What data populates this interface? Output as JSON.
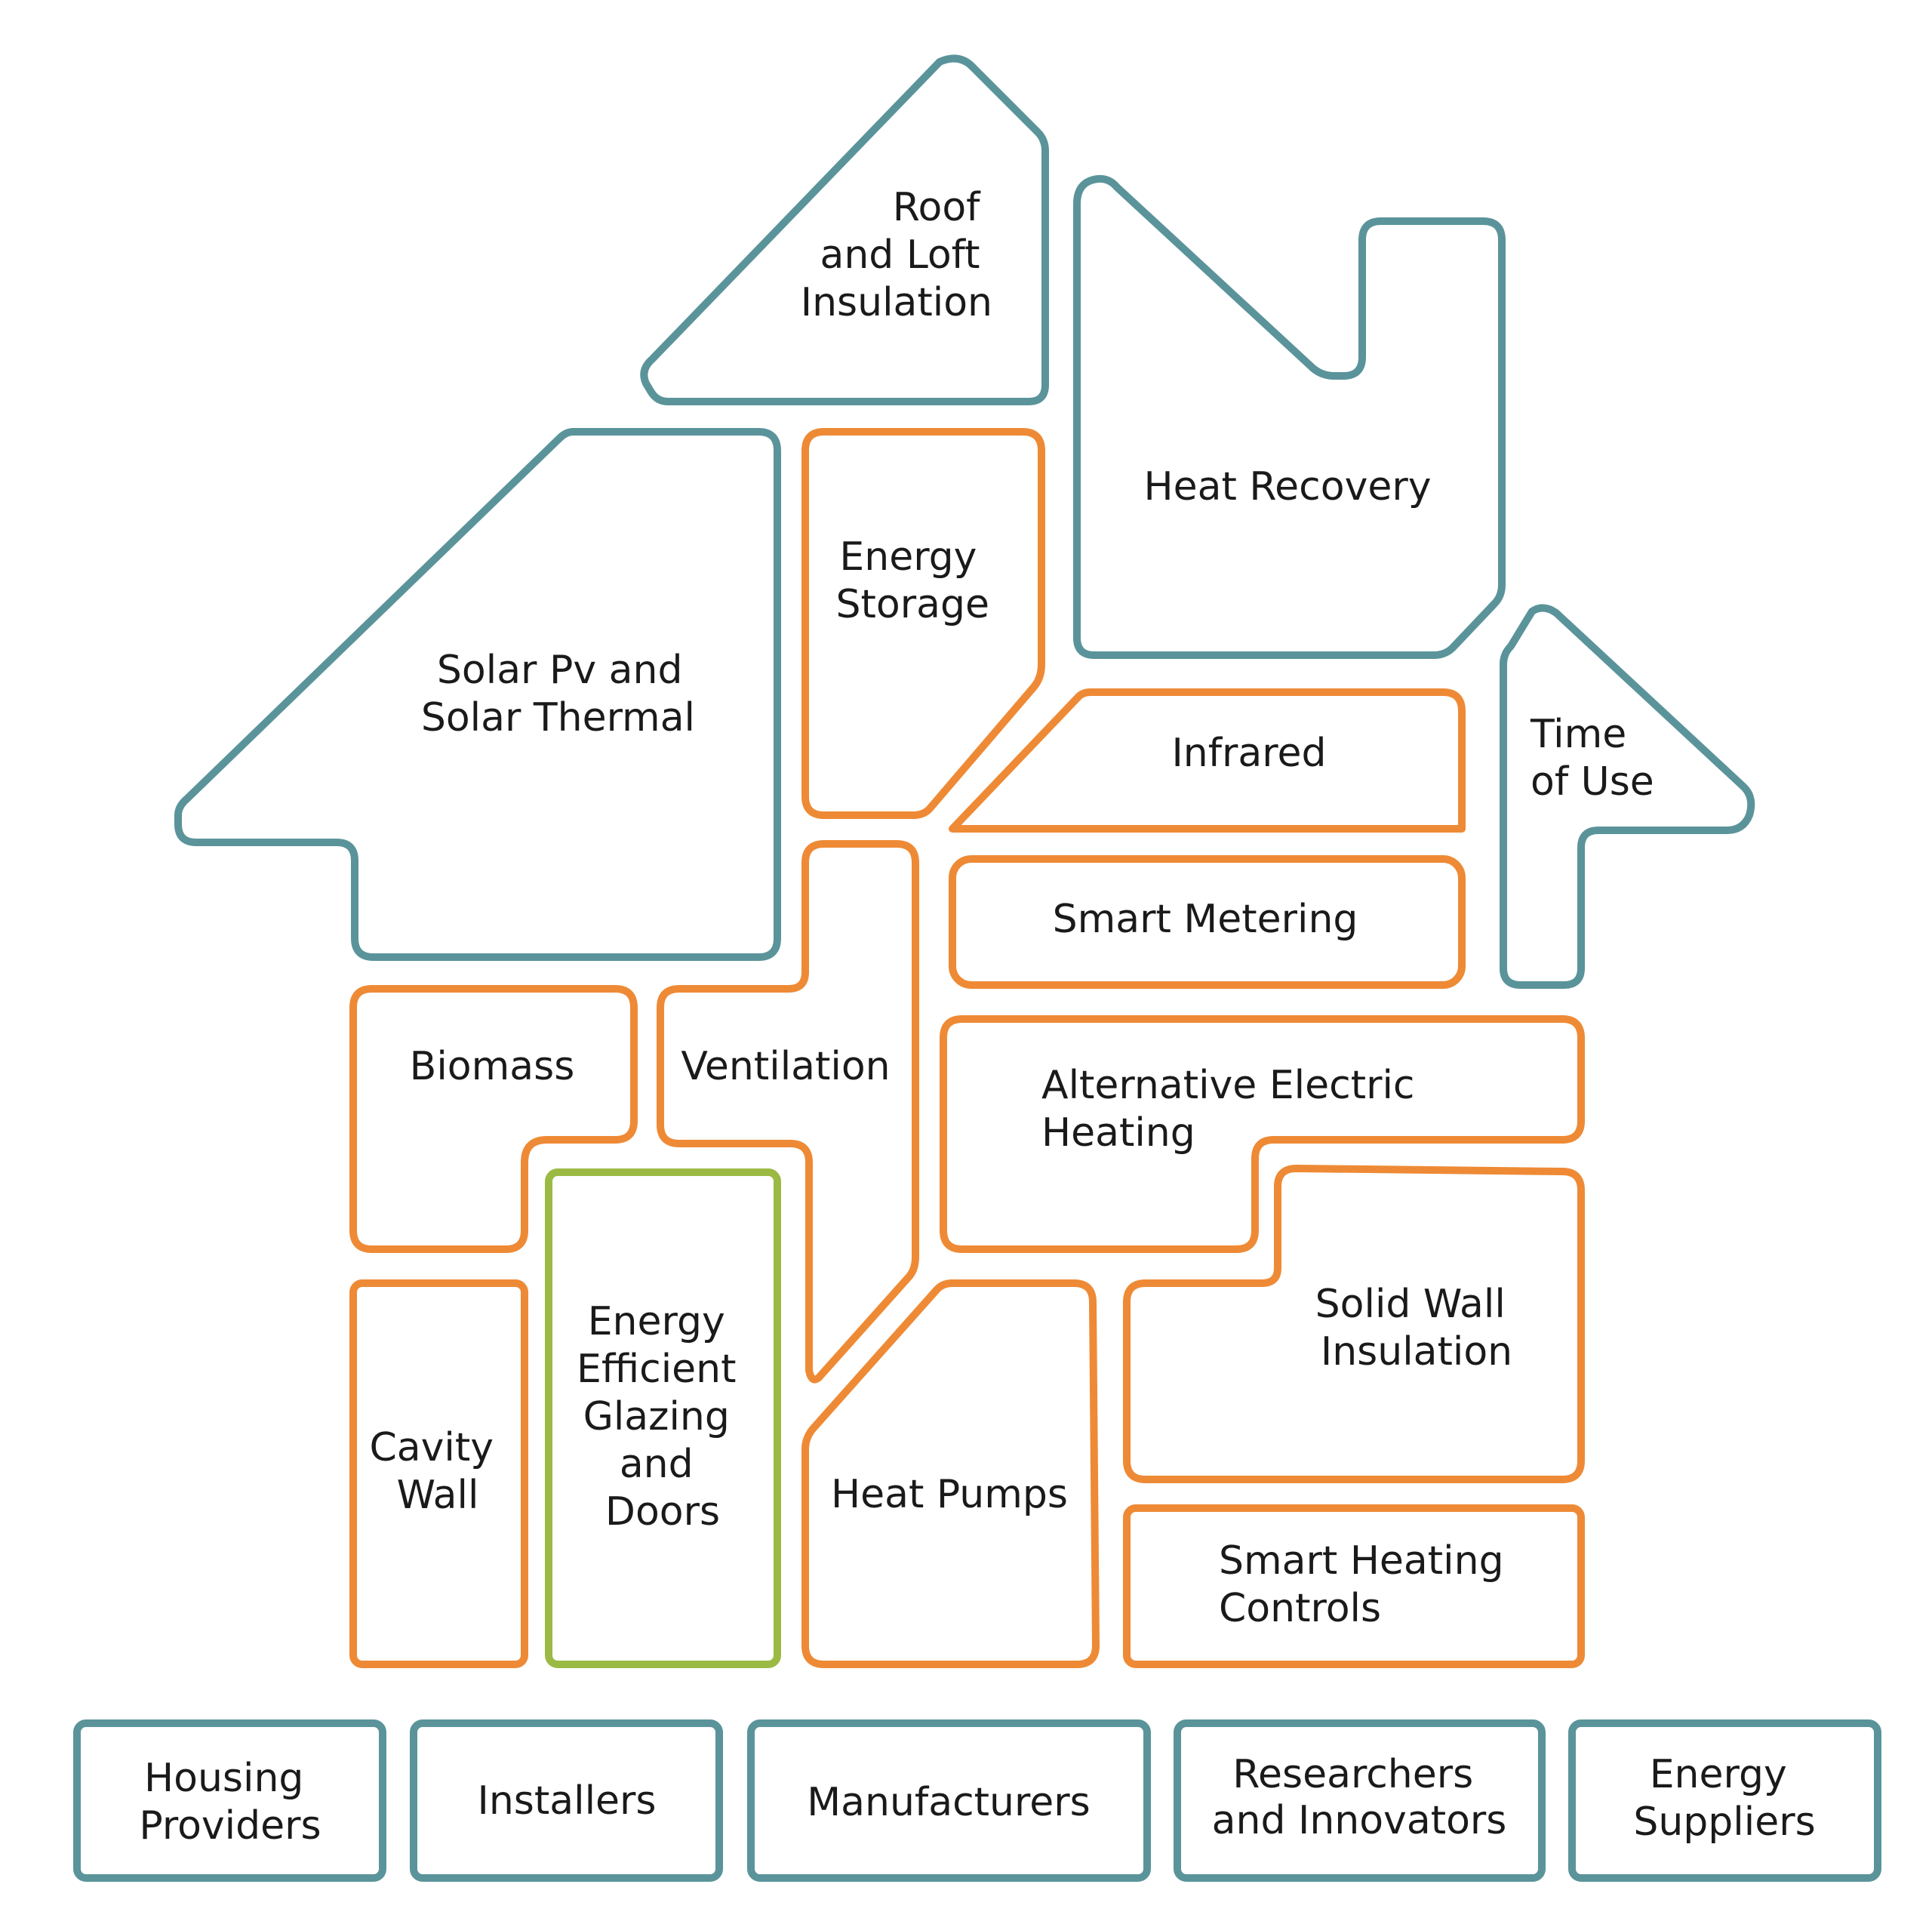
{
  "colors": {
    "teal": "#5A949A",
    "orange": "#EE8A35",
    "green": "#9BBA44",
    "text": "#1a1a1a"
  },
  "house": {
    "roof_loft": [
      "Roof",
      "and Loft",
      "Insulation"
    ],
    "heat_recovery": [
      "Heat Recovery"
    ],
    "solar": [
      "Solar Pv and",
      "Solar Thermal"
    ],
    "energy_storage": [
      "Energy",
      "Storage"
    ],
    "infrared": [
      "Infrared"
    ],
    "time_of_use": [
      "Time",
      "of Use"
    ],
    "smart_metering": [
      "Smart Metering"
    ],
    "biomass": [
      "Biomass"
    ],
    "ventilation": [
      "Ventilation"
    ],
    "alt_electric": [
      "Alternative Electric",
      "Heating"
    ],
    "solid_wall": [
      "Solid Wall",
      "Insulation"
    ],
    "cavity_wall": [
      "Cavity",
      "Wall"
    ],
    "glazing": [
      "Energy",
      "Efficient",
      "Glazing",
      "and",
      "Doors"
    ],
    "heat_pumps": [
      "Heat Pumps"
    ],
    "smart_heating": [
      "Smart Heating",
      "Controls"
    ]
  },
  "stakeholders": [
    [
      "Housing",
      "Providers"
    ],
    [
      "Installers"
    ],
    [
      "Manufacturers"
    ],
    [
      "Researchers",
      "and Innovators"
    ],
    [
      "Energy",
      "Suppliers"
    ]
  ]
}
